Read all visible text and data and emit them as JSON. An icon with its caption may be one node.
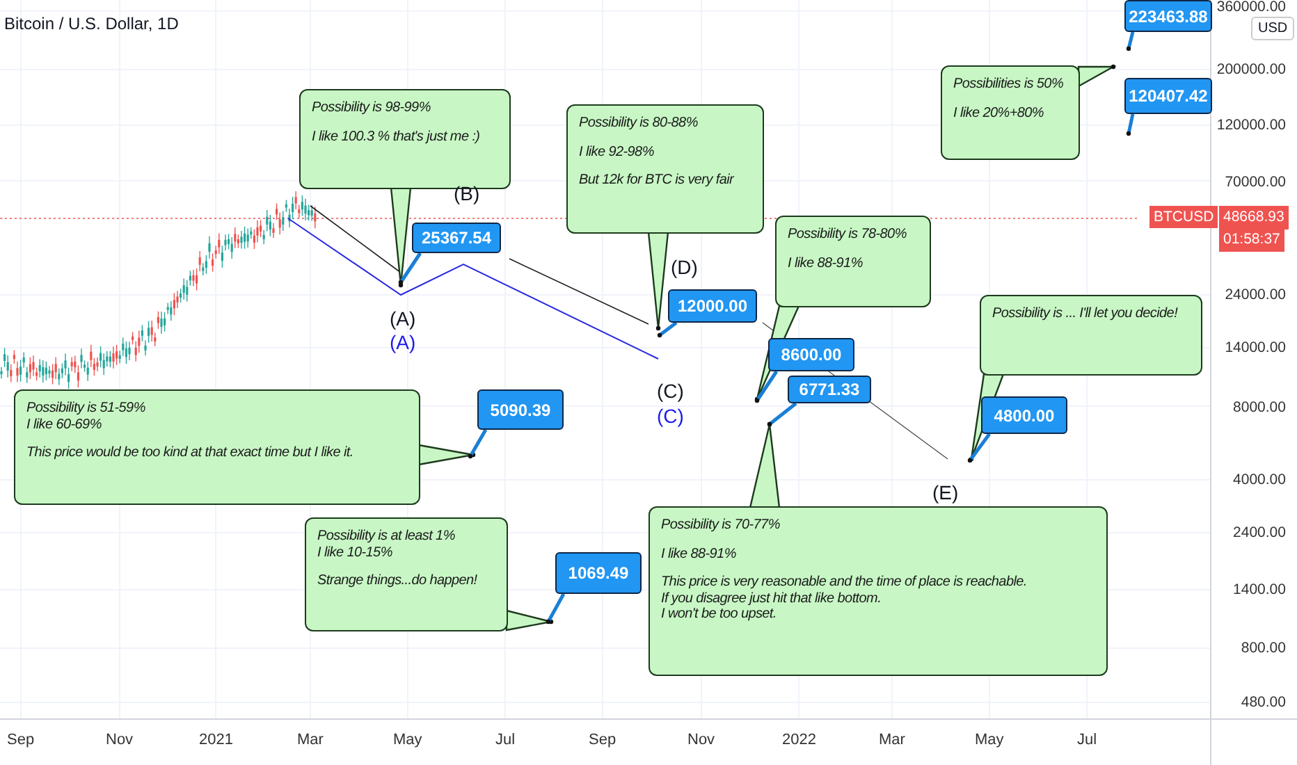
{
  "diagram": {
    "nodes": [
      {
        "text": [
          "Possibility is 98-99%",
          "I like 100.3 % that's just me :)"
        ]
      },
      {
        "text": [
          "25367.54"
        ]
      },
      {
        "text": [
          "Possibility is 80-88%",
          "I like 92-98%",
          "But 12k for BTC is very fair"
        ]
      },
      {
        "text": [
          "12000.00"
        ]
      },
      {
        "text": [
          "Possibility is 78-80%",
          "I like 88-91%"
        ]
      },
      {
        "text": [
          "8600.00"
        ]
      },
      {
        "text": [
          "6771.33"
        ]
      },
      {
        "text": [
          "Possibility is 70-77%",
          "I like 88-91%",
          "This price is very reasonable and the time of place is reachable.",
          "If you disagree just hit that like bottom.",
          "I won't be too upset."
        ]
      },
      {
        "text": [
          "Possibility is ... I'll let you decide!"
        ]
      },
      {
        "text": [
          "4800.00"
        ]
      },
      {
        "text": [
          "Possibilities is 50%",
          "I like 20%+80%"
        ]
      },
      {
        "text": [
          "223463.88"
        ]
      },
      {
        "text": [
          "120407.42"
        ]
      },
      {
        "text": [
          "Possibility is 51-59%",
          "I like 60-69%",
          "This price would be too kind at that exact time but I like it."
        ]
      },
      {
        "text": [
          "5090.39"
        ]
      },
      {
        "text": [
          "Possibility is at least 1%",
          "I like 10-15%",
          "Strange things...do happen!"
        ]
      },
      {
        "text": [
          "1069.49"
        ]
      }
    ],
    "edges": [
      {
        "from": 0,
        "to": null,
        "arrow": "to"
      },
      {
        "from": 1,
        "to": null,
        "arrow": "none"
      },
      {
        "from": 2,
        "to": null,
        "arrow": "to"
      },
      {
        "from": 3,
        "to": null,
        "arrow": "none"
      },
      {
        "from": 4,
        "to": null,
        "arrow": "to"
      },
      {
        "from": 5,
        "to": null,
        "arrow": "none"
      },
      {
        "from": 6,
        "to": null,
        "arrow": "none"
      },
      {
        "from": 7,
        "to": null,
        "arrow": "to"
      },
      {
        "from": 8,
        "to": null,
        "arrow": "to"
      },
      {
        "from": 9,
        "to": null,
        "arrow": "none"
      },
      {
        "from": 10,
        "to": null,
        "arrow": "to"
      },
      {
        "from": 11,
        "to": null,
        "arrow": "none"
      },
      {
        "from": 12,
        "to": null,
        "arrow": "none"
      },
      {
        "from": 13,
        "to": null,
        "arrow": "to"
      },
      {
        "from": 14,
        "to": null,
        "arrow": "none"
      },
      {
        "from": 15,
        "to": null,
        "arrow": "to"
      },
      {
        "from": 16,
        "to": null,
        "arrow": "none"
      }
    ],
    "labels": [
      "Bitcoin / U.S. Dollar, 1D",
      "(B)",
      "(A)",
      "(A)",
      "(D)",
      "(C)",
      "(C)",
      "(E)",
      "360000.00",
      "200000.00",
      "120000.00",
      "70000.00",
      "24000.00",
      "14000.00",
      "8000.00",
      "4000.00",
      "2400.00",
      "1400.00",
      "800.00",
      "480.00",
      "USD",
      "BTCUSD",
      "48668.93",
      "01:58:37",
      "Sep",
      "Nov",
      "2021",
      "Mar",
      "May",
      "Jul",
      "Sep",
      "Nov",
      "2022",
      "Mar",
      "May",
      "Jul"
    ]
  }
}
